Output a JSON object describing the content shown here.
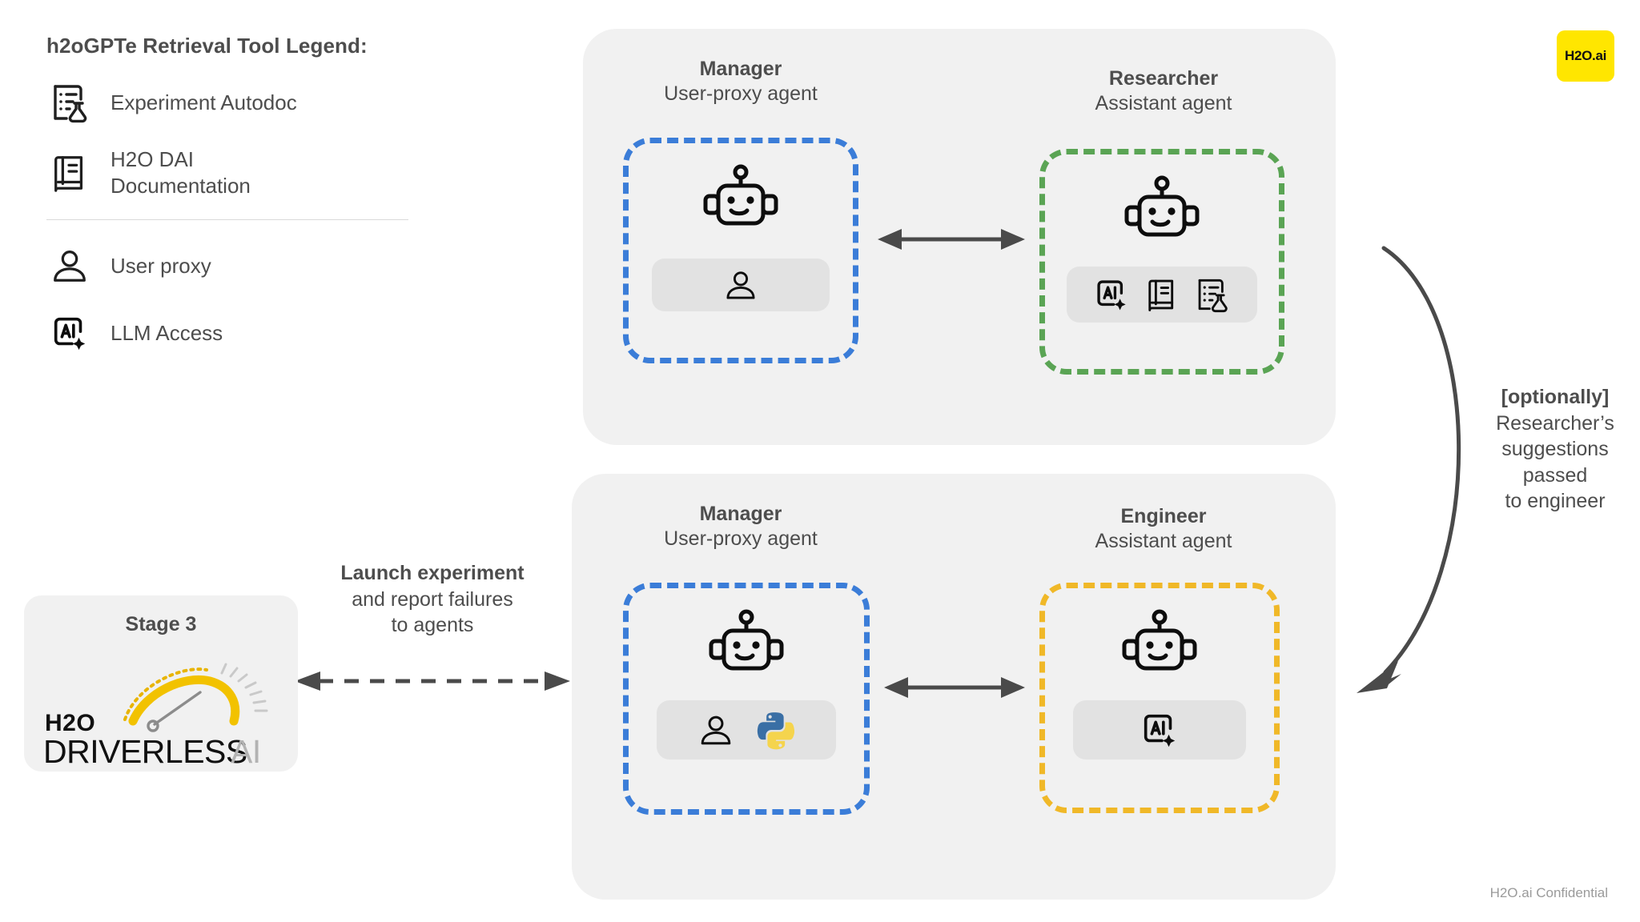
{
  "legend": {
    "title": "h2oGPTe Retrieval Tool Legend:",
    "items": [
      {
        "icon": "experiment-autodoc-icon",
        "label": "Experiment Autodoc"
      },
      {
        "icon": "documentation-book-icon",
        "label": "H2O DAI\nDocumentation"
      }
    ],
    "items2": [
      {
        "icon": "user-proxy-icon",
        "label": "User proxy"
      },
      {
        "icon": "llm-access-icon",
        "label": "LLM Access"
      }
    ]
  },
  "brand": {
    "name": "H2O.ai",
    "color": "#ffe600"
  },
  "footer": {
    "confidential": "H2O.ai Confidential"
  },
  "panels": [
    {
      "id": "top",
      "agents": [
        {
          "name": "Manager",
          "role": "User-proxy agent",
          "border_color": "#3b7dd8",
          "tools": [
            "user-proxy-icon"
          ]
        },
        {
          "name": "Researcher",
          "role": "Assistant agent",
          "border_color": "#5aa454",
          "tools": [
            "llm-access-icon",
            "documentation-book-icon",
            "experiment-autodoc-icon"
          ]
        }
      ]
    },
    {
      "id": "bottom",
      "agents": [
        {
          "name": "Manager",
          "role": "User-proxy agent",
          "border_color": "#3b7dd8",
          "tools": [
            "user-proxy-icon",
            "python-icon"
          ]
        },
        {
          "name": "Engineer",
          "role": "Assistant agent",
          "border_color": "#f0b828",
          "tools": [
            "llm-access-icon"
          ]
        }
      ]
    }
  ],
  "annotations": {
    "optional": {
      "bold": "[optionally]",
      "line1": "Researcher’s",
      "line2": "suggestions passed",
      "line3": "to engineer"
    },
    "launch": {
      "bold": "Launch experiment",
      "line1": "and report failures",
      "line2": "to agents"
    }
  },
  "stage3": {
    "title": "Stage 3",
    "logo_h2o": "H2O",
    "logo_driverless": "DRIVERLESS",
    "logo_ai": "AI"
  }
}
